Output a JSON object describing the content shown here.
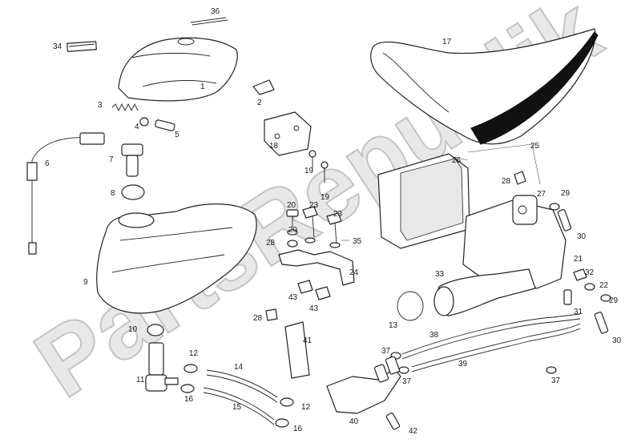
{
  "watermark": "PartsRepublik",
  "labels": [
    "1",
    "2",
    "3",
    "4",
    "5",
    "6",
    "7",
    "8",
    "9",
    "10",
    "11",
    "12",
    "12",
    "13",
    "14",
    "15",
    "16",
    "16",
    "17",
    "18",
    "19",
    "19",
    "20",
    "21",
    "22",
    "23",
    "23",
    "24",
    "25",
    "26",
    "27",
    "28",
    "28",
    "28",
    "29",
    "29",
    "29",
    "30",
    "30",
    "31",
    "32",
    "33",
    "34",
    "35",
    "36",
    "37",
    "37",
    "37",
    "38",
    "39",
    "40",
    "41",
    "42",
    "43",
    "43"
  ],
  "colors": {
    "line": "#222222",
    "watermark": "#d6d6d6",
    "background": "#ffffff"
  }
}
